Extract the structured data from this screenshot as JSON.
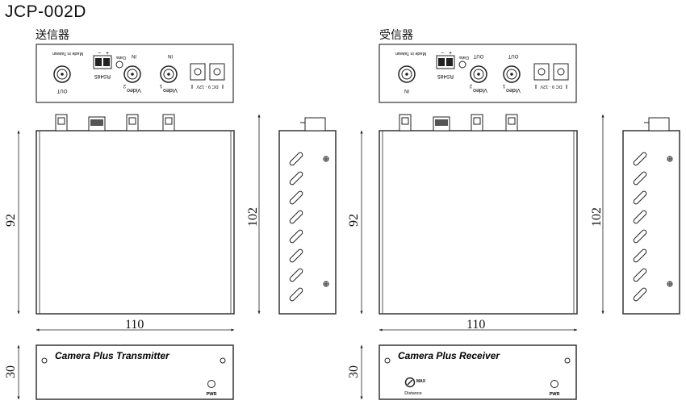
{
  "title": "JCP-002D",
  "transmitter": {
    "heading": "送信器",
    "panel": {
      "made_in": "Made in Taiwan",
      "bnc_out": "OUT",
      "rs485_plus": "+",
      "rs485_minus": "−",
      "rs485": "RS485",
      "data": "Data",
      "video2_in": "IN",
      "video2": "Video",
      "video2_num": "2",
      "video1_in": "IN",
      "video1": "Video",
      "video1_num": "1",
      "power": "DC 9 - 12V"
    },
    "front": {
      "brand": "Camera Plus Transmitter",
      "pwr": "PWR"
    },
    "dims": {
      "height": "92",
      "depth": "102",
      "width": "110",
      "front_height": "30"
    }
  },
  "receiver": {
    "heading": "受信器",
    "panel": {
      "made_in": "Made in Taiwan",
      "bnc_in": "IN",
      "rs485_plus": "+",
      "rs485_minus": "−",
      "rs485": "RS485",
      "data": "Data",
      "video2_out": "OUT",
      "video2": "Video",
      "video2_num": "2",
      "video1_out": "OUT",
      "video1": "Video",
      "video1_num": "1",
      "power": "DC 9 - 12V"
    },
    "front": {
      "brand": "Camera Plus Receiver",
      "max": "MAX",
      "distance": "Distance",
      "pwr": "PWR"
    },
    "dims": {
      "height": "92",
      "depth": "102",
      "width": "110",
      "front_height": "30"
    }
  }
}
